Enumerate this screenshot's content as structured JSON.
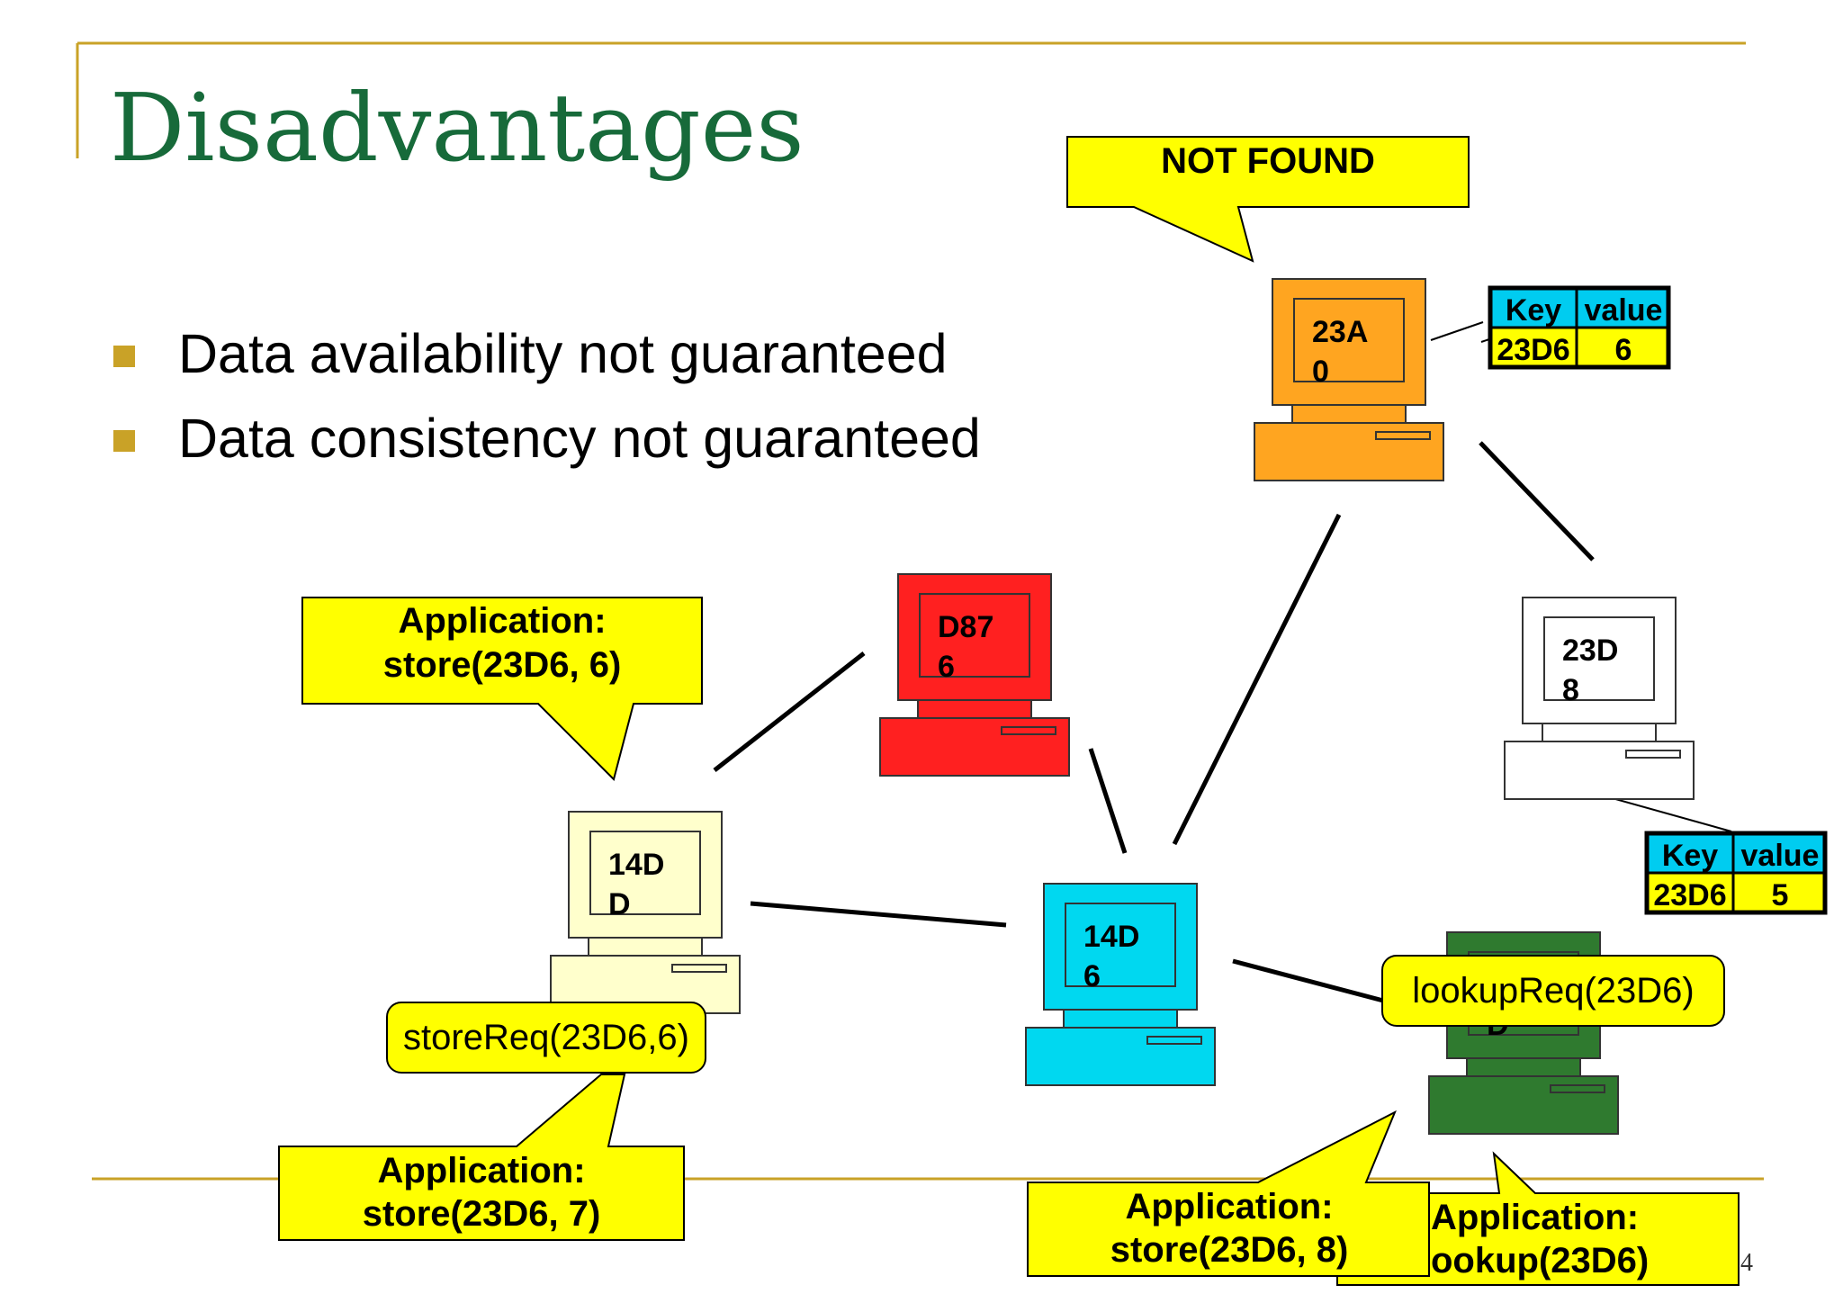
{
  "slide": {
    "title": "Disadvantages",
    "page_number": "4",
    "accent_color": "#c9a227",
    "title_color": "#176a3a"
  },
  "bullets": [
    "Data availability not guaranteed",
    "Data consistency not guaranteed"
  ],
  "nodes": {
    "n23a0": {
      "id_line1": "23A",
      "id_line2": "0",
      "color": "#ffa520"
    },
    "d876": {
      "id_line1": "D87",
      "id_line2": "6",
      "color": "#ff2020"
    },
    "n23d8": {
      "id_line1": "23D",
      "id_line2": "8",
      "color": "#ffffff"
    },
    "n14dd": {
      "id_line1": "14D",
      "id_line2": "D",
      "color": "#ffffcc"
    },
    "n14d6": {
      "id_line1": "14D",
      "id_line2": "6",
      "color": "#00d8f0"
    },
    "green": {
      "id_line1": "",
      "id_line2": "D",
      "color": "#2f7a2f"
    }
  },
  "tables": {
    "top": {
      "key_header": "Key",
      "value_header": "value",
      "key": "23D6",
      "value": "6"
    },
    "right": {
      "key_header": "Key",
      "value_header": "value",
      "key": "23D6",
      "value": "5"
    }
  },
  "callouts": {
    "not_found": "NOT FOUND",
    "store6_line1": "Application:",
    "store6_line2": "store(23D6, 6)",
    "store7_line1": "Application:",
    "store7_line2": "store(23D6, 7)",
    "store8_line1": "Application:",
    "store8_line2": "store(23D6, 8)",
    "lookup_line1": "Application:",
    "lookup_line2": "ookup(23D6)"
  },
  "messages": {
    "store_req": "storeReq(23D6,6)",
    "lookup_req": "lookupReq(23D6)"
  }
}
